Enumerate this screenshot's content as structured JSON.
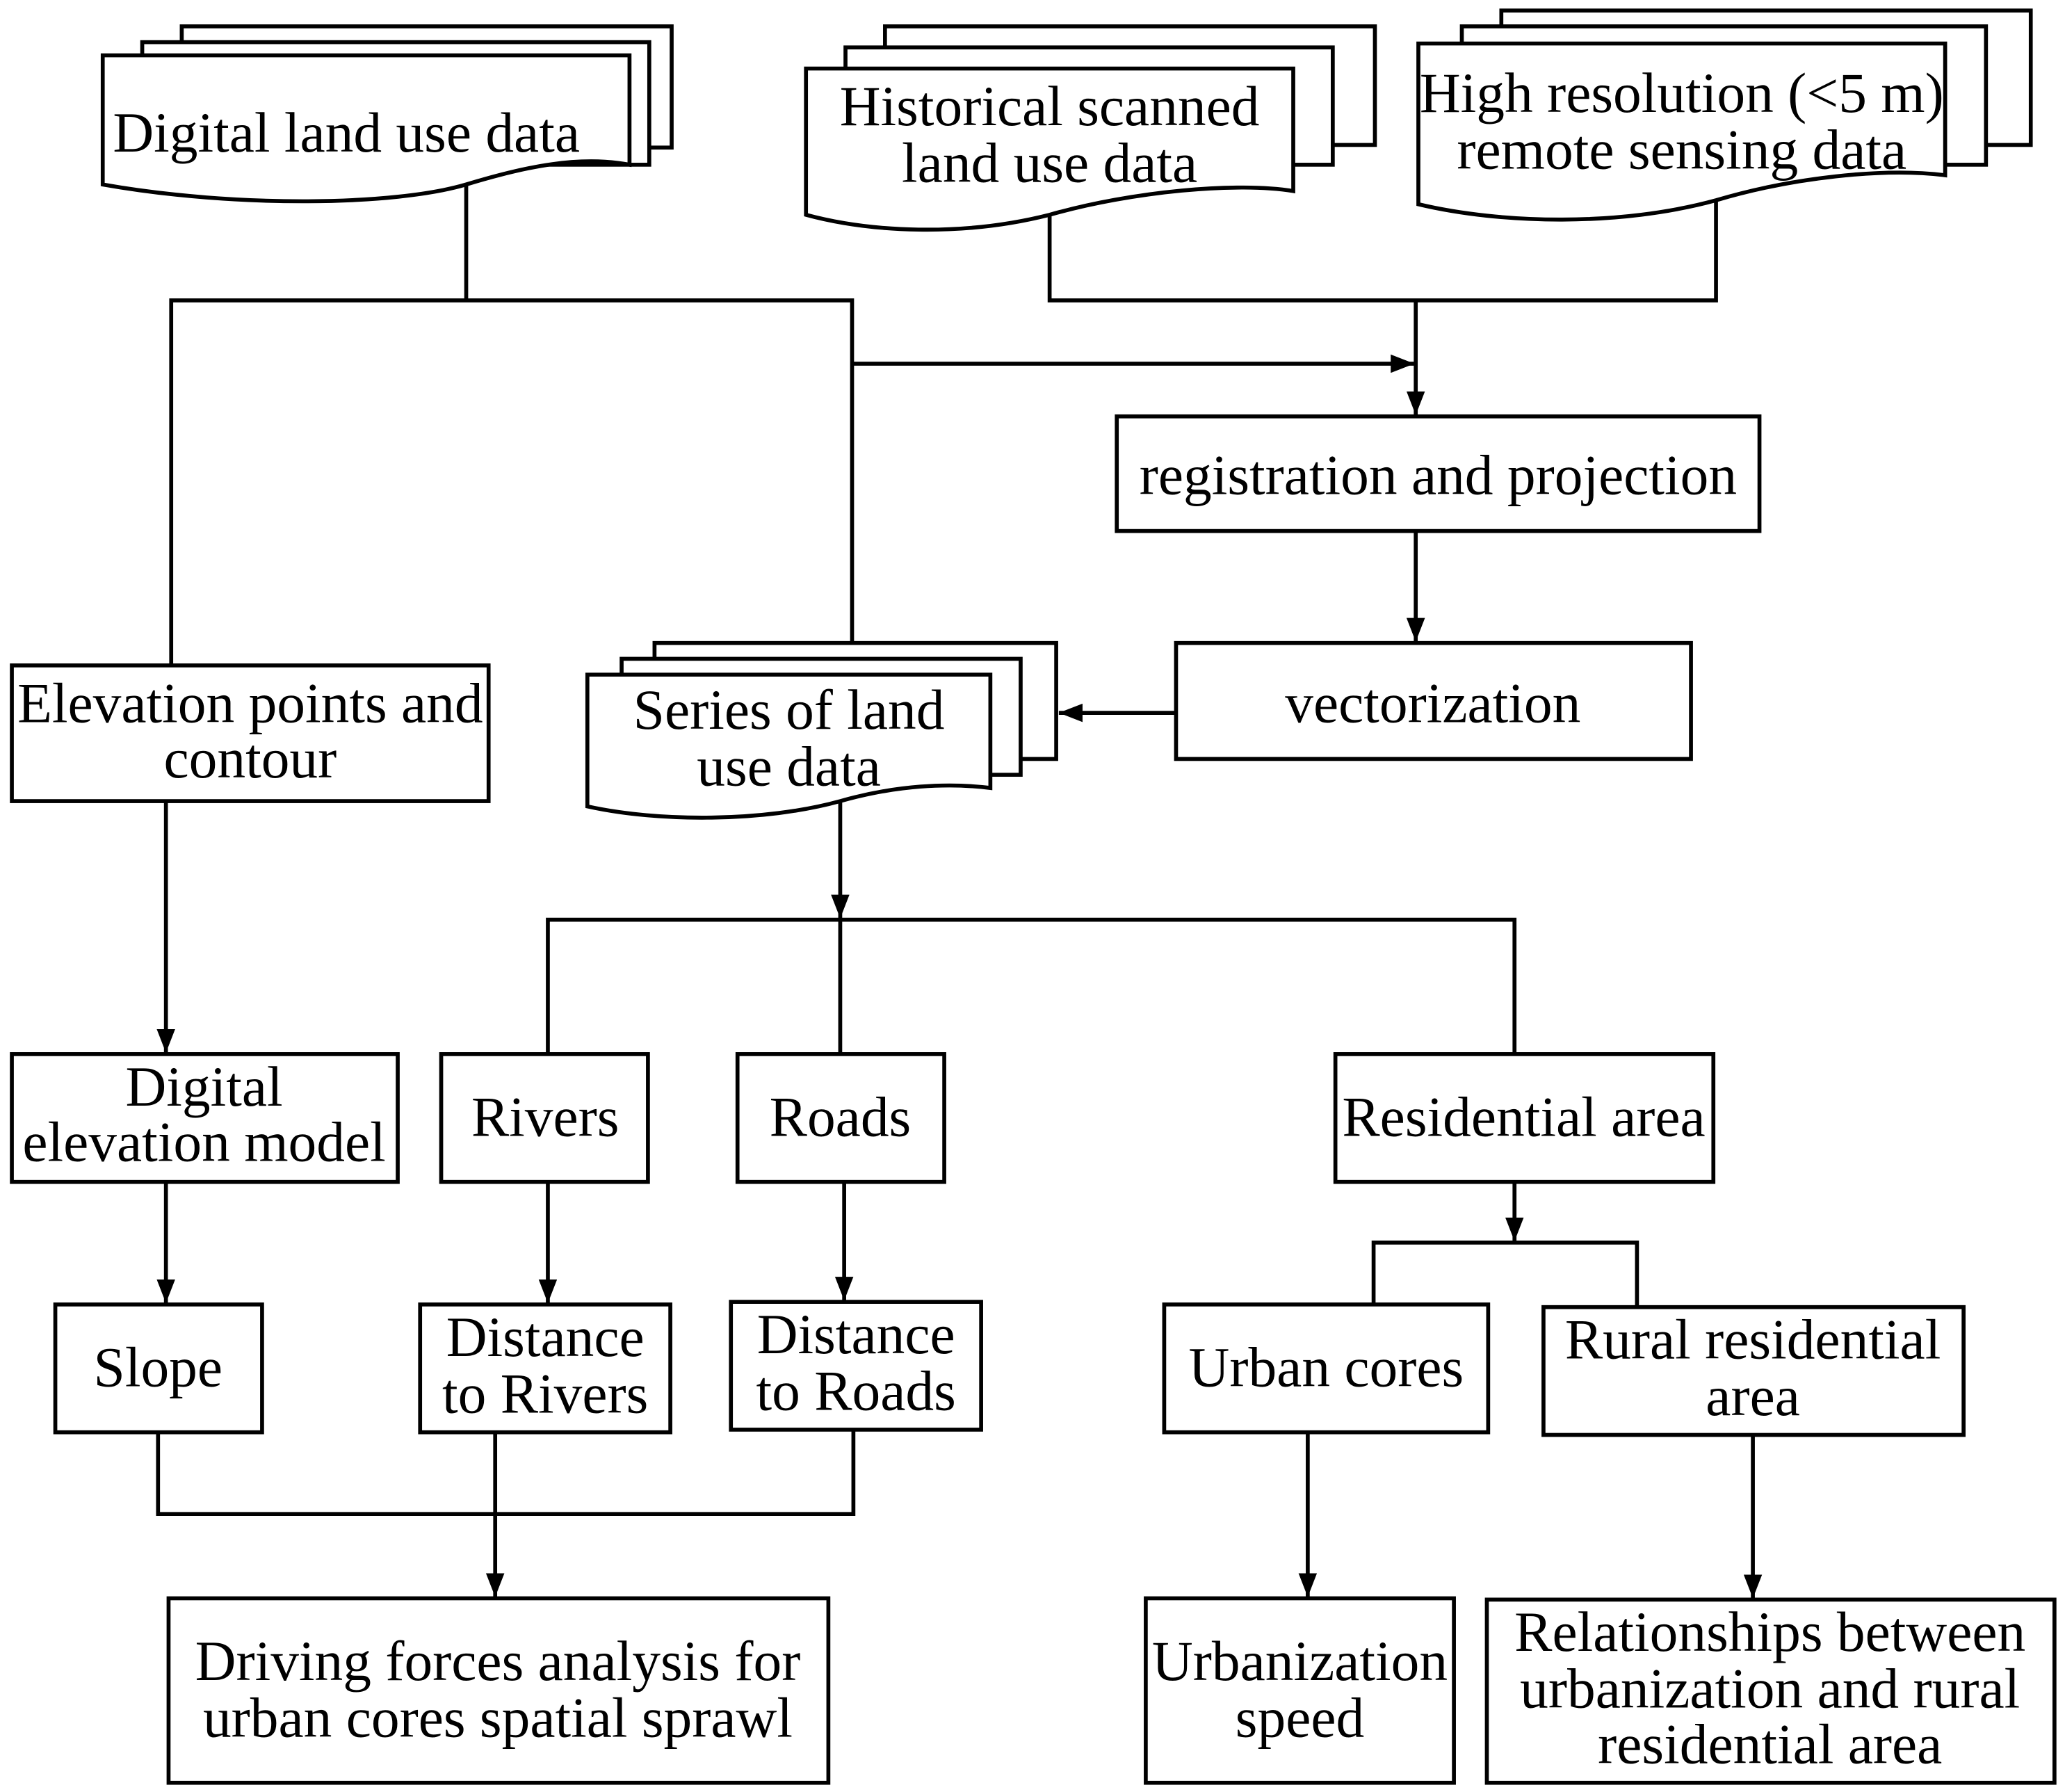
{
  "colors": {
    "ink": "#000000",
    "paper": "#ffffff"
  },
  "nodes": {
    "digital_land_use_data": {
      "lines": [
        "Digital land use data"
      ]
    },
    "historical_scanned_land_use_data": {
      "lines": [
        "Historical scanned",
        "land use data"
      ]
    },
    "high_resolution_remote_sensing_data": {
      "lines": [
        "High resolution (<5 m)",
        "remote sensing data"
      ]
    },
    "registration_and_projection": {
      "lines": [
        "registration and projection"
      ]
    },
    "vectorization": {
      "lines": [
        "vectorization"
      ]
    },
    "elevation_points_and_contour": {
      "lines": [
        "Elevation points and",
        "contour"
      ]
    },
    "series_of_land_use_data": {
      "lines": [
        "Series of land",
        "use data"
      ]
    },
    "digital_elevation_model": {
      "lines": [
        "Digital",
        "elevation model"
      ]
    },
    "rivers": {
      "lines": [
        "Rivers"
      ]
    },
    "roads": {
      "lines": [
        "Roads"
      ]
    },
    "residential_area": {
      "lines": [
        "Residential area"
      ]
    },
    "slope": {
      "lines": [
        "Slope"
      ]
    },
    "distance_to_rivers": {
      "lines": [
        "Distance",
        "to Rivers"
      ]
    },
    "distance_to_roads": {
      "lines": [
        "Distance",
        "to Roads"
      ]
    },
    "urban_cores": {
      "lines": [
        "Urban cores"
      ]
    },
    "rural_residential_area": {
      "lines": [
        "Rural residential",
        "area"
      ]
    },
    "driving_forces_analysis": {
      "lines": [
        "Driving forces analysis for",
        "urban cores spatial sprawl"
      ]
    },
    "urbanization_speed": {
      "lines": [
        "Urbanization",
        "speed"
      ]
    },
    "relationships": {
      "lines": [
        "Relationships between",
        "urbanization and rural",
        "residential area"
      ]
    }
  }
}
